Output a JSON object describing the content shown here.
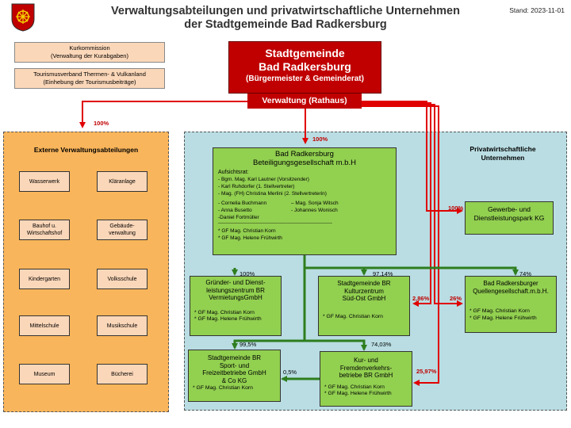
{
  "header": {
    "title_line1": "Verwaltungsabteilungen und privatwirtschaftliche Unternehmen",
    "title_line2": "der Stadtgemeinde Bad Radkersburg",
    "stand": "Stand: 2023-11-01"
  },
  "top_left_boxes": [
    {
      "line1": "Kurkommission",
      "line2": "(Verwaltung der  Kurabgaben)"
    },
    {
      "line1": "Tourismusverband Thermen- & Vulkanland",
      "line2": "(Einhebung der Tourismusbeiträge)"
    }
  ],
  "main": {
    "line1": "Stadtgemeinde",
    "line2": "Bad Radkersburg",
    "line3": "(Bürgermeister & Gemeinderat)",
    "verwaltung": "Verwaltung (Rathaus)"
  },
  "external": {
    "title": "Externe Verwaltungsabteilungen",
    "percent": "100%",
    "items": [
      [
        "Wasserwerk",
        "Kläranlage"
      ],
      [
        "Bauhof u. Wirtschaftshof",
        "Gebäude-verwaltung"
      ],
      [
        "Kindergarten",
        "Volksschule"
      ],
      [
        "Mittelschule",
        "Musikschule"
      ],
      [
        "Museum",
        "Bücherei"
      ]
    ]
  },
  "private": {
    "title_line1": "Privatwirtschaftliche",
    "title_line2": "Unternehmen",
    "percent": "100%"
  },
  "beteiligung": {
    "title1": "Bad Radkersburg",
    "title2": "Beteiligungsgesellschaft m.b.H",
    "aufsichtsrat_label": "Aufsichtsrat:",
    "members": [
      "- Bgm. Mag. Karl Lautner (Vorsitzender)",
      "- Karl Ruhdorfer (1. Stellvertreter)",
      "- Mag. (FH) Christina Merlini (2. Stellvertreterin)"
    ],
    "col_a": [
      "-     Cornelia Buchmann",
      "-     Anna Busetto",
      "-Daniel Fortmüller"
    ],
    "col_b": [
      "– Mag. Sonja Witsch",
      "-     Johannes Wonisch"
    ],
    "separator": "------------------------------------------------------------------------",
    "gf": [
      "* GF Mag. Christian Korn",
      "* GF Mag. Helene Frühwirth"
    ]
  },
  "companies": {
    "gewerbe": {
      "line1": "Gewerbe- und",
      "line2": "Dienstleistungspark KG",
      "pct": "100%"
    },
    "gruender": {
      "lines": [
        "Gründer- und Dienst-",
        "leistungszentrum BR",
        "VermietungsGmbH"
      ],
      "gf": [
        "* GF Mag. Christian Korn",
        "* GF Mag. Helene Frühwirth"
      ],
      "pct": "100%"
    },
    "kulturzentrum": {
      "lines": [
        "Stadtgemeinde BR",
        "Kulturzentrum",
        "Süd-Ost GmbH"
      ],
      "gf": [
        "* GF Mag. Christian Korn"
      ],
      "pct": "97,14%",
      "pct_red": "2,86%"
    },
    "quellen": {
      "lines": [
        "Bad Radkersburger",
        "Quellengesellschaft.m.b.H."
      ],
      "gf": [
        "* GF Mag. Christian Korn",
        "* GF Mag. Helene Frühwirth"
      ],
      "pct": "74%",
      "pct_red": "26%"
    },
    "sport": {
      "lines": [
        "Stadtgemeinde BR",
        "Sport- und",
        "Freizeitbetriebe GmbH",
        "& Co KG"
      ],
      "gf": [
        "* GF Mag. Christian Korn"
      ],
      "pct": "99,5%",
      "pct_link": "0,5%"
    },
    "kur": {
      "lines": [
        "Kur- und",
        "Fremdenverkehrs-",
        "betriebe BR GmbH"
      ],
      "gf": [
        "* GF Mag. Christian Korn",
        "* GF Mag. Helene Frühwirth"
      ],
      "pct": "74,03%",
      "pct_red": "25,97%"
    }
  },
  "colors": {
    "red": "#c00000",
    "green": "#2e7d1e",
    "orange": "#f9b55b",
    "teal": "#b9dde2",
    "lightgreen": "#92d050"
  }
}
